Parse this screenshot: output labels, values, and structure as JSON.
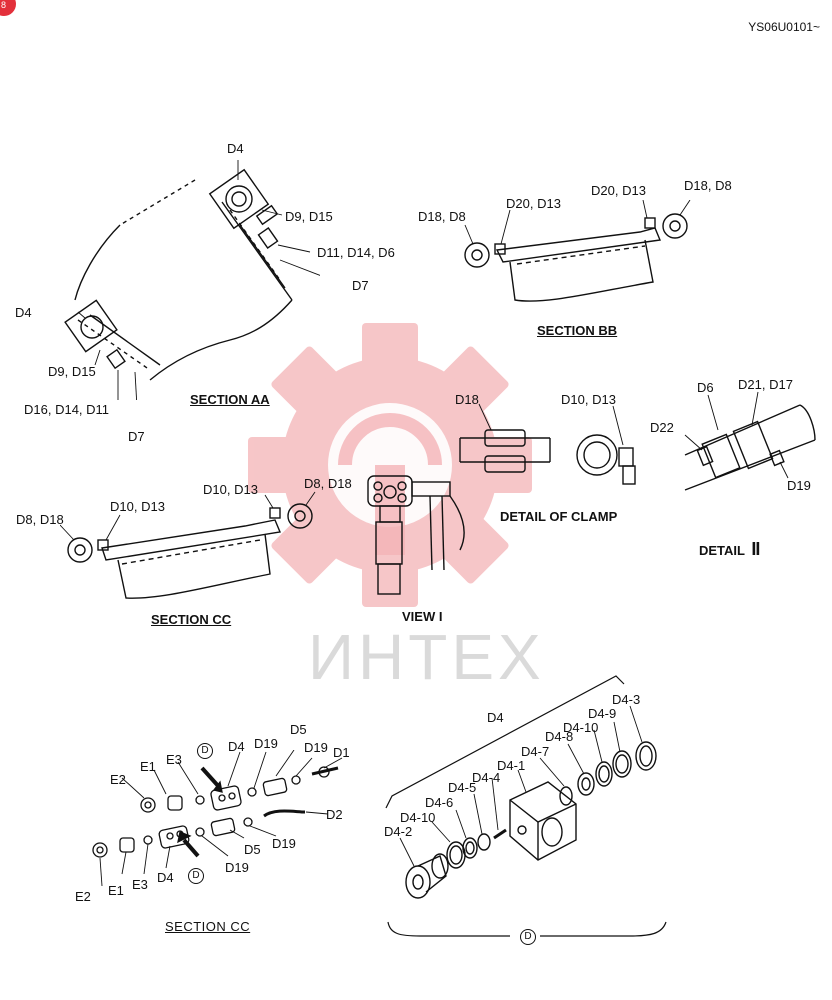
{
  "doc_code": "YS06U0101~",
  "watermark": "ИНТЕХ",
  "corner_badge": "8",
  "brand_color": "#e3303b",
  "sections": {
    "aa": "SECTION  AA",
    "bb": "SECTION  BB",
    "cc": "SECTION  CC",
    "clamp": "DETAIL OF CLAMP",
    "view1": "VIEW  I",
    "detail2_text": "DETAIL",
    "detail2_numeral": "II",
    "cc2": "SECTION  CC"
  },
  "labels_aa": {
    "d4_top": "D4",
    "d9_d15_top": "D9, D15",
    "d11_d14_d6": "D11, D14, D6",
    "d7_top": "D7",
    "d4_left": "D4",
    "d9_d15_left": "D9, D15",
    "d16_d14_d11": "D16, D14, D11",
    "d7_bottom": "D7"
  },
  "labels_bb": {
    "d18_d8_left": "D18, D8",
    "d20_d13_left": "D20, D13",
    "d20_d13_right": "D20, D13",
    "d18_d8_right": "D18, D8"
  },
  "labels_clamp": {
    "d18": "D18",
    "d10_d13": "D10, D13"
  },
  "labels_detail2": {
    "d6": "D6",
    "d21_d17": "D21, D17",
    "d22": "D22",
    "d19": "D19"
  },
  "labels_cc": {
    "d8_d18_left": "D8, D18",
    "d10_d13_left": "D10, D13",
    "d10_d13_right": "D10, D13",
    "d8_d18_right": "D8, D18"
  },
  "labels_cc2": {
    "e2_top": "E2",
    "e1_top": "E1",
    "e3_top": "E3",
    "d_top": "D",
    "d4_top": "D4",
    "d19_a": "D19",
    "d5_top": "D5",
    "d19_b": "D19",
    "d1": "D1",
    "d2": "D2",
    "d5_bottom": "D5",
    "d19_c": "D19",
    "d19_d": "D19",
    "e2_bottom": "E2",
    "e1_bottom": "E1",
    "e3_bottom": "E3",
    "d4_bottom": "D4",
    "d_bottom": "D"
  },
  "labels_d4": {
    "d4": "D4",
    "d4_3": "D4-3",
    "d4_9": "D4-9",
    "d4_10_top": "D4-10",
    "d4_8": "D4-8",
    "d4_7": "D4-7",
    "d4_1": "D4-1",
    "d4_4": "D4-4",
    "d4_5": "D4-5",
    "d4_6": "D4-6",
    "d4_10_bottom": "D4-10",
    "d4_2": "D4-2",
    "d_circle": "D"
  }
}
